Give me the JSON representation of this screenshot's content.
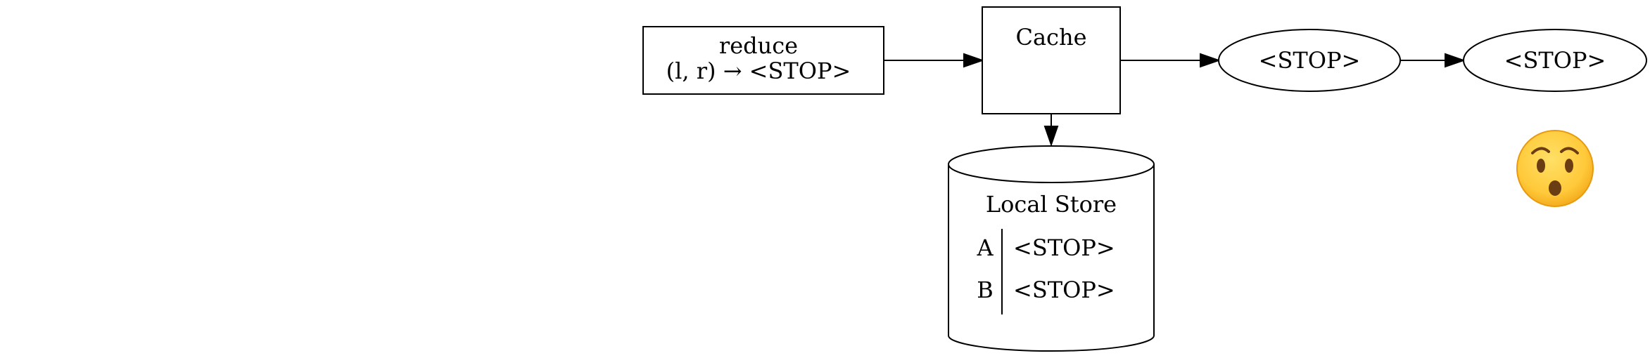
{
  "reduce_node": {
    "line1": "reduce",
    "line2": "(l, r) → <STOP>"
  },
  "cache_node": {
    "label": "Cache"
  },
  "stop_nodes": [
    {
      "label": "<STOP>"
    },
    {
      "label": "<STOP>"
    }
  ],
  "local_store": {
    "title": "Local Store",
    "rows": [
      {
        "key": "A",
        "value": "<STOP>"
      },
      {
        "key": "B",
        "value": "<STOP>"
      }
    ]
  },
  "emoji": {
    "name": "hushed-face-emoji"
  },
  "colors": {
    "stroke": "#000000",
    "emoji_face": "#FFC93A",
    "emoji_edge": "#E89A10",
    "emoji_feature": "#6B3D12"
  }
}
